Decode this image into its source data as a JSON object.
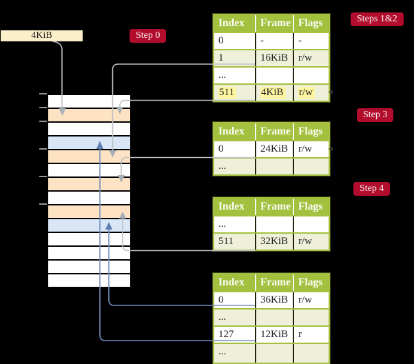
{
  "colors": {
    "crimson": "#b30d2e",
    "table_green": "#a4c03f",
    "table_row_green": "#eef0da",
    "wheat": "#fde3c3",
    "pale_blue": "#d9e6f6",
    "highlight_yellow": "#fdf5a0",
    "cream_box": "#faeecb",
    "gray_line": "#bdc1c6",
    "gray_arrow": "#aab0b7",
    "blue_line": "#7590c0",
    "blue_arrow": "#5f7fb2"
  },
  "frame_box": {
    "label": "4KiB"
  },
  "step_labels": [
    {
      "id": "step0",
      "text": "Step 0"
    },
    {
      "id": "steps12",
      "text": "Steps 1&2"
    },
    {
      "id": "step3",
      "text": "Step 3"
    },
    {
      "id": "step4",
      "text": "Step 4"
    }
  ],
  "memory_strip": {
    "cells": [
      "white",
      "wheat",
      "white",
      "blue",
      "wheat",
      "white",
      "wheat",
      "white",
      "wheat",
      "blue",
      "white",
      "white",
      "white",
      "white"
    ],
    "tick_cell_indices": [
      0,
      1,
      2,
      4,
      6,
      8
    ]
  },
  "page_tables": [
    {
      "id": "pt-steps12",
      "header": [
        "Index",
        "Frame",
        "Flags"
      ],
      "rows": [
        {
          "cells": [
            "0",
            "-",
            "-"
          ],
          "shade": "white",
          "highlight": false
        },
        {
          "cells": [
            "1",
            "16KiB",
            "r/w"
          ],
          "shade": "green",
          "highlight": false
        },
        {
          "cells": [
            "...",
            "",
            ""
          ],
          "shade": "white",
          "highlight": false
        },
        {
          "cells": [
            "511",
            "4KiB",
            "r/w"
          ],
          "shade": "green",
          "highlight": true
        }
      ]
    },
    {
      "id": "pt-step3",
      "header": [
        "Index",
        "Frame",
        "Flags"
      ],
      "rows": [
        {
          "cells": [
            "0",
            "24KiB",
            "r/w"
          ],
          "shade": "white",
          "highlight": false
        },
        {
          "cells": [
            "...",
            "",
            ""
          ],
          "shade": "green",
          "highlight": false
        }
      ]
    },
    {
      "id": "pt-step4-upper",
      "header": [
        "Index",
        "Frame",
        "Flags"
      ],
      "rows": [
        {
          "cells": [
            "...",
            "",
            ""
          ],
          "shade": "white",
          "highlight": false
        },
        {
          "cells": [
            "511",
            "32KiB",
            "r/w"
          ],
          "shade": "green",
          "highlight": false
        }
      ]
    },
    {
      "id": "pt-step4-lower",
      "header": [
        "Index",
        "Frame",
        "Flags"
      ],
      "rows": [
        {
          "cells": [
            "0",
            "36KiB",
            "r/w"
          ],
          "shade": "white",
          "highlight": false
        },
        {
          "cells": [
            "...",
            "",
            ""
          ],
          "shade": "green",
          "highlight": false
        },
        {
          "cells": [
            "127",
            "12KiB",
            "r"
          ],
          "shade": "white",
          "highlight": false
        },
        {
          "cells": [
            "...",
            "",
            ""
          ],
          "shade": "green",
          "highlight": false
        }
      ]
    }
  ],
  "connectors": [
    {
      "id": "root-box-to-frame-4kib",
      "from": "frame-box-4kib",
      "to": "memory-cell-1",
      "color_role": "gray"
    },
    {
      "id": "pt1-row1-to-frame-16kib",
      "from": "pt-steps12-row-1",
      "to": "memory-cell-4",
      "color_role": "gray"
    },
    {
      "id": "pt1-row511-to-frame-4kib",
      "from": "pt-steps12-row-511",
      "to": "memory-cell-1",
      "color_role": "gray"
    },
    {
      "id": "pt2-row0-to-frame-24kib",
      "from": "pt-step3-row-0",
      "to": "memory-cell-6",
      "color_role": "gray"
    },
    {
      "id": "pt3-row511-to-frame-32kib",
      "from": "pt-step4-upper-row-511",
      "to": "memory-cell-8",
      "color_role": "gray"
    },
    {
      "id": "pt4-row0-to-frame-36kib",
      "from": "pt-step4-lower-row-0",
      "to": "memory-cell-9",
      "color_role": "blue"
    },
    {
      "id": "pt4-row127-to-frame-12kib",
      "from": "pt-step4-lower-row-127",
      "to": "memory-cell-3",
      "color_role": "blue"
    }
  ]
}
